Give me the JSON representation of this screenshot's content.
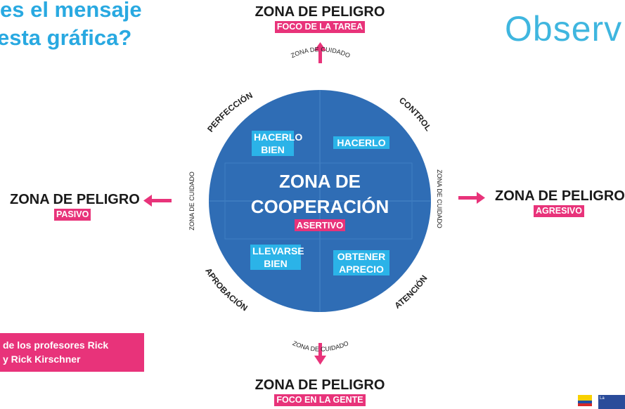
{
  "header": {
    "title_line1": "es el mensaje",
    "title_line2": "esta gráfica?",
    "logo_text": "Observ"
  },
  "zones": {
    "top": {
      "label": "ZONA DE PELIGRO",
      "tag": "FOCO DE LA TAREA"
    },
    "bottom": {
      "label": "ZONA DE PELIGRO",
      "tag": "FOCO EN LA GENTE"
    },
    "left": {
      "label": "ZONA DE PELIGRO",
      "tag": "PASIVO"
    },
    "right": {
      "label": "ZONA DE PELIGRO",
      "tag": "AGRESIVO"
    }
  },
  "care_zone": {
    "top": "ZONA DE CUIDADO",
    "bottom": "ZONA DE CUIDADO",
    "left": "ZONA DE CUIDADO",
    "right": "ZONA DE CUIDADO"
  },
  "arc_labels": {
    "top_left": "PERFECCIÓN",
    "top_right": "CONTROL",
    "bottom_left": "APROBACIÓN",
    "bottom_right": "ATENCIÓN"
  },
  "quadrants": {
    "top_left": "HACERLO BIEN",
    "top_right": "HACERLO",
    "bottom_left": "LLEVARSE BIEN",
    "bottom_right": "OBTENER APRECIO"
  },
  "center": {
    "line1": "ZONA DE",
    "line2": "COOPERACIÓN",
    "tag": "ASERTIVO"
  },
  "credit": {
    "line1": "de los profesores Rick",
    "line2": "y Rick Kirschner"
  },
  "footer": {
    "gov_text": "La"
  },
  "colors": {
    "circle": "#2f6db5",
    "pink": "#e8337a",
    "cyan": "#2bb3e8",
    "title": "#29a9e1"
  }
}
